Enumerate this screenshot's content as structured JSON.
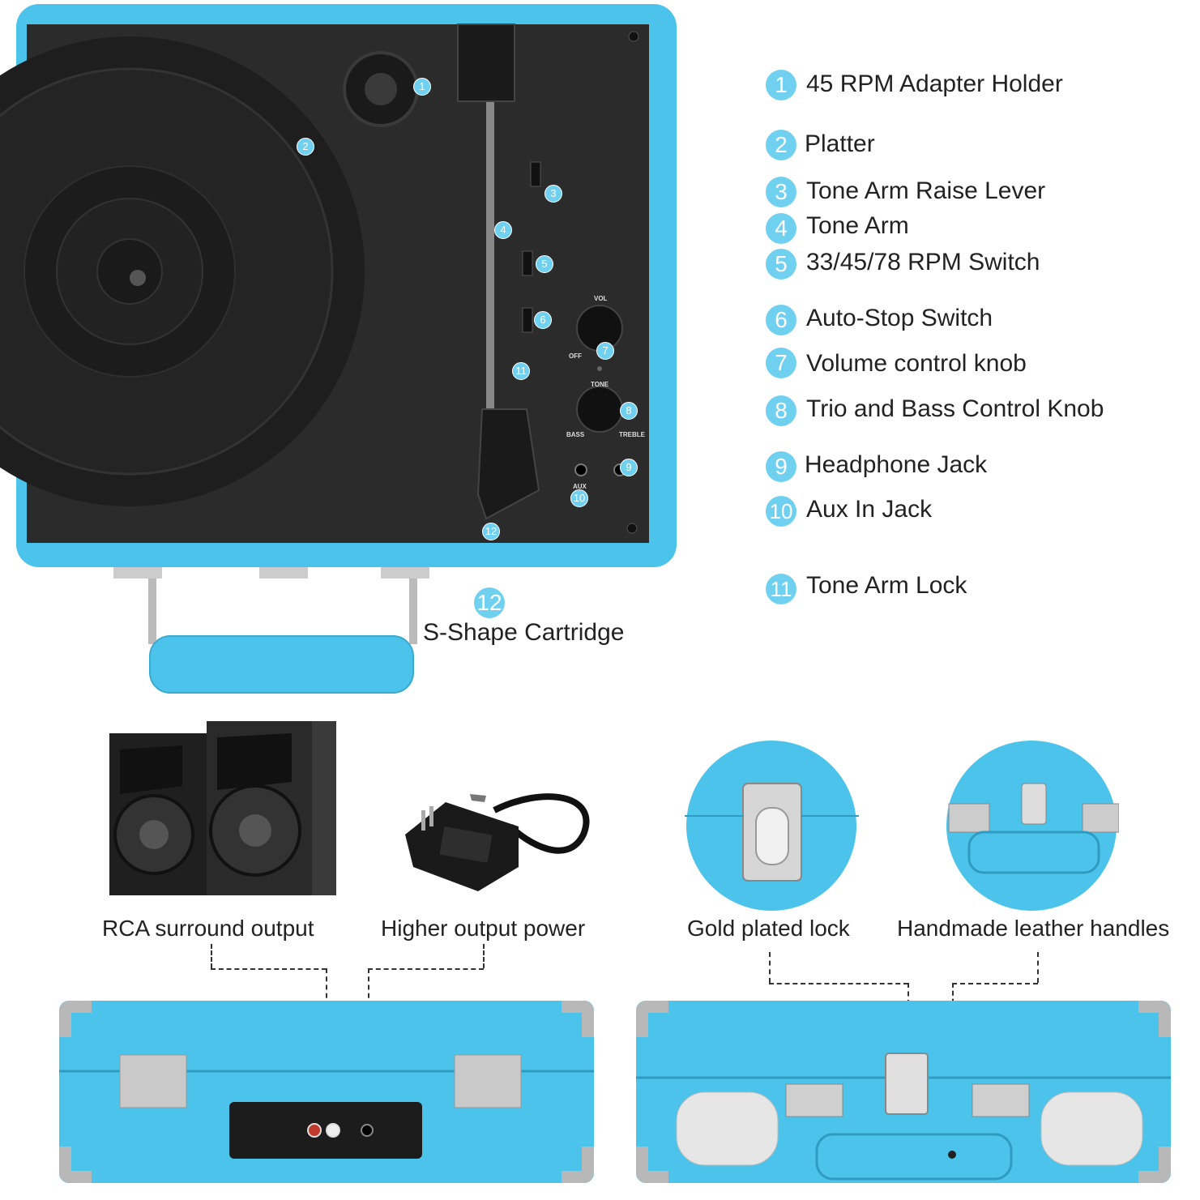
{
  "legend": [
    {
      "num": "1",
      "label": "45 RPM Adapter Holder"
    },
    {
      "num": "2",
      "label": "Platter"
    },
    {
      "num": "3",
      "label": "Tone Arm Raise Lever"
    },
    {
      "num": "4",
      "label": "Tone Arm"
    },
    {
      "num": "5",
      "label": "33/45/78 RPM Switch"
    },
    {
      "num": "6",
      "label": "Auto-Stop Switch"
    },
    {
      "num": "7",
      "label": "Volume control knob"
    },
    {
      "num": "8",
      "label": "Trio and Bass Control Knob"
    },
    {
      "num": "9",
      "label": "Headphone Jack"
    },
    {
      "num": "10",
      "label": "Aux In Jack"
    },
    {
      "num": "11",
      "label": "Tone Arm Lock"
    }
  ],
  "cartridge": {
    "num": "12",
    "label": "S-Shape Cartridge"
  },
  "panel_labels": {
    "vol": "VOL",
    "off": "OFF",
    "tone": "TONE",
    "bass": "BASS",
    "treble": "TREBLE",
    "aux": "AUX"
  },
  "callouts": {
    "rca": "RCA surround output",
    "power": "Higher output power",
    "lock": "Gold plated lock",
    "handles": "Handmade leather handles"
  },
  "colors": {
    "case_blue": "#4cc3ea",
    "badge_blue": "#6fd0f0",
    "deck_black": "#2a2a2a"
  }
}
